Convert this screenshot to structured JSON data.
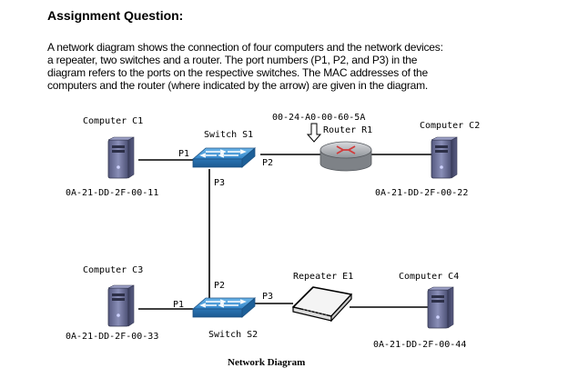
{
  "heading": "Assignment Question:",
  "paragraph": [
    "A network diagram shows the connection of four computers and the network devices:",
    "a repeater, two switches and a router. The port numbers (P1, P2, and P3) in the",
    "diagram refers to the ports on the respective switches. The MAC addresses of the",
    "computers and the router (where indicated by the arrow) are given in the diagram."
  ],
  "diagram": {
    "computers": [
      {
        "label": "Computer C1",
        "mac": "0A-21-DD-2F-00-11"
      },
      {
        "label": "Computer C2",
        "mac": "0A-21-DD-2F-00-22"
      },
      {
        "label": "Computer C3",
        "mac": "0A-21-DD-2F-00-33"
      },
      {
        "label": "Computer C4",
        "mac": "0A-21-DD-2F-00-44"
      }
    ],
    "switch1": {
      "label": "Switch S1",
      "ports": {
        "p1": "P1",
        "p2": "P2",
        "p3": "P3"
      }
    },
    "switch2": {
      "label": "Switch S2",
      "ports": {
        "p1": "P1",
        "p2": "P2",
        "p3": "P3"
      }
    },
    "router": {
      "label": "Router R1",
      "mac": "00-24-A0-00-60-5A"
    },
    "repeater": {
      "label": "Repeater E1"
    },
    "caption": "Network Diagram"
  },
  "icons": {
    "computer": "tower-computer-icon",
    "switch": "network-switch-icon",
    "router": "router-icon",
    "repeater": "repeater-icon",
    "arrow": "down-arrow-icon"
  },
  "colors": {
    "switch_blue": "#3a8fd0",
    "router_gray": "#a9adb2",
    "router_red": "#d23a3a",
    "computer_purple": "#6b6f9a",
    "repeater_white": "#f4f4f4"
  }
}
